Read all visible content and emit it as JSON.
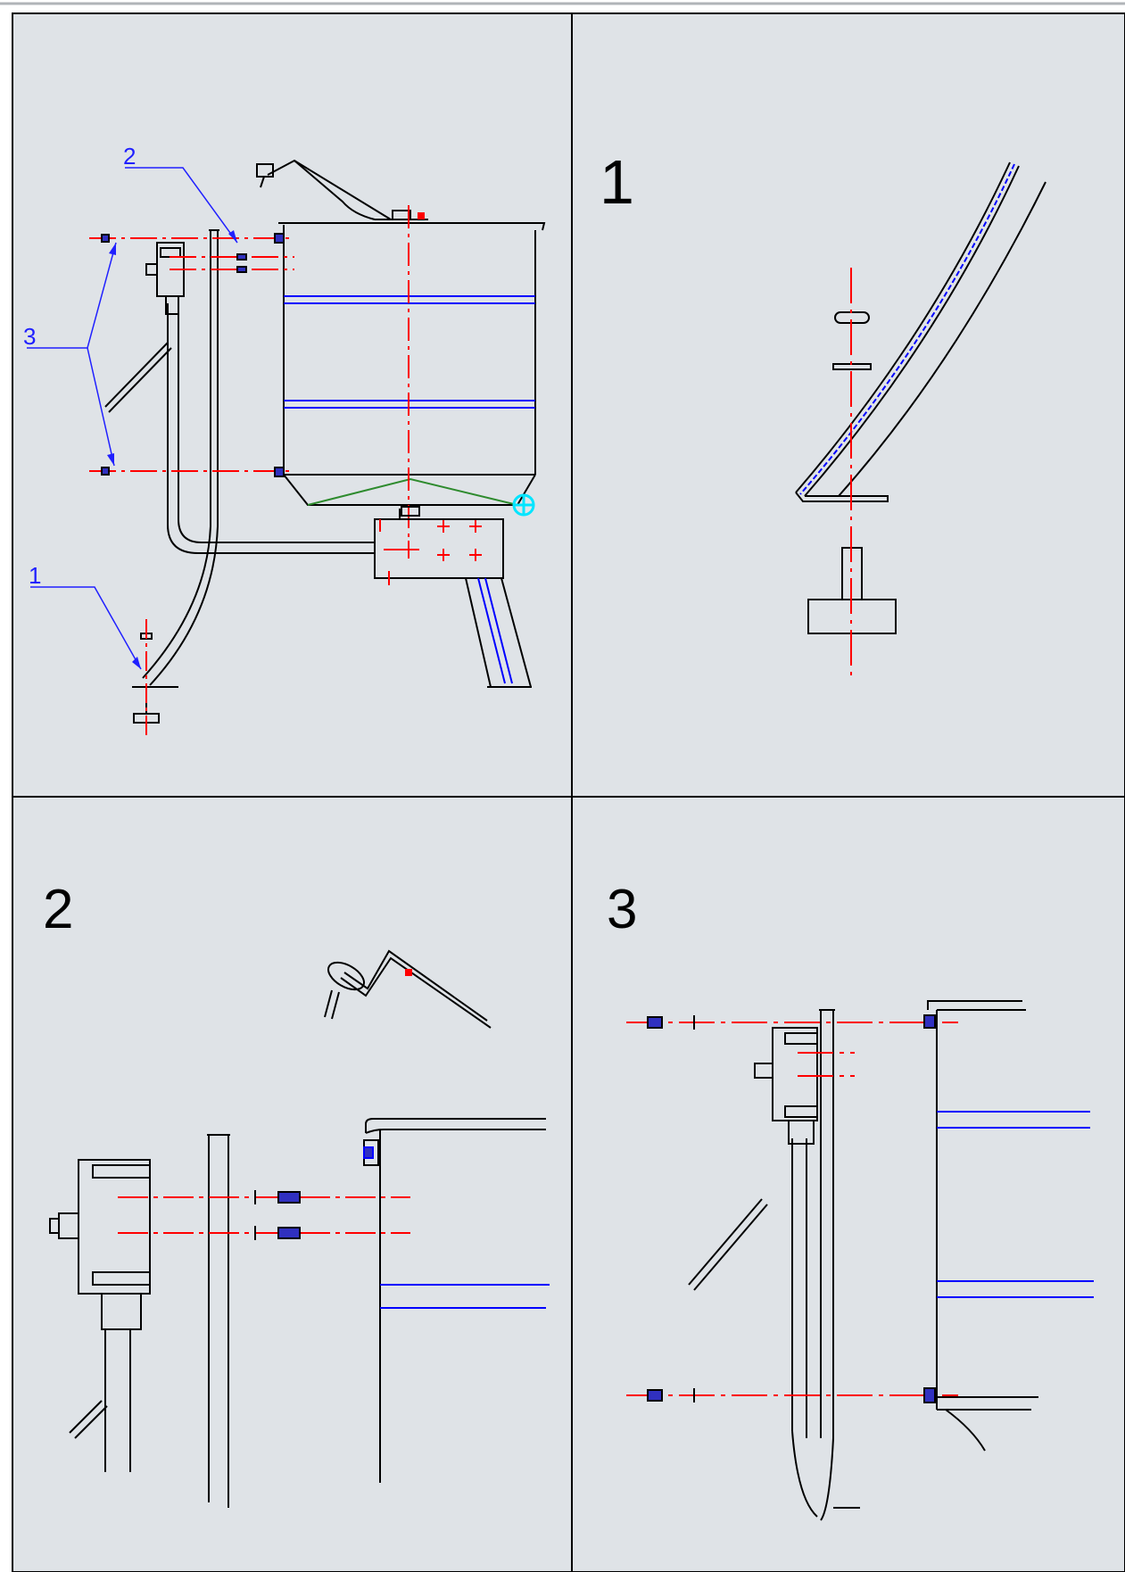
{
  "panels": [
    {
      "id": "overview",
      "label": ""
    },
    {
      "id": "detail-1",
      "label": "1"
    },
    {
      "id": "detail-2",
      "label": "2"
    },
    {
      "id": "detail-3",
      "label": "3"
    }
  ],
  "callouts": [
    {
      "label": "2"
    },
    {
      "label": "3"
    },
    {
      "label": "1"
    }
  ],
  "colors": {
    "background": "#dfe3e7",
    "outline": "#000000",
    "centerline": "#ff0000",
    "hidden": "#0000ff",
    "callout": "#2020ff",
    "cone": "#2e8b2e",
    "accent": "#00e5ff"
  }
}
